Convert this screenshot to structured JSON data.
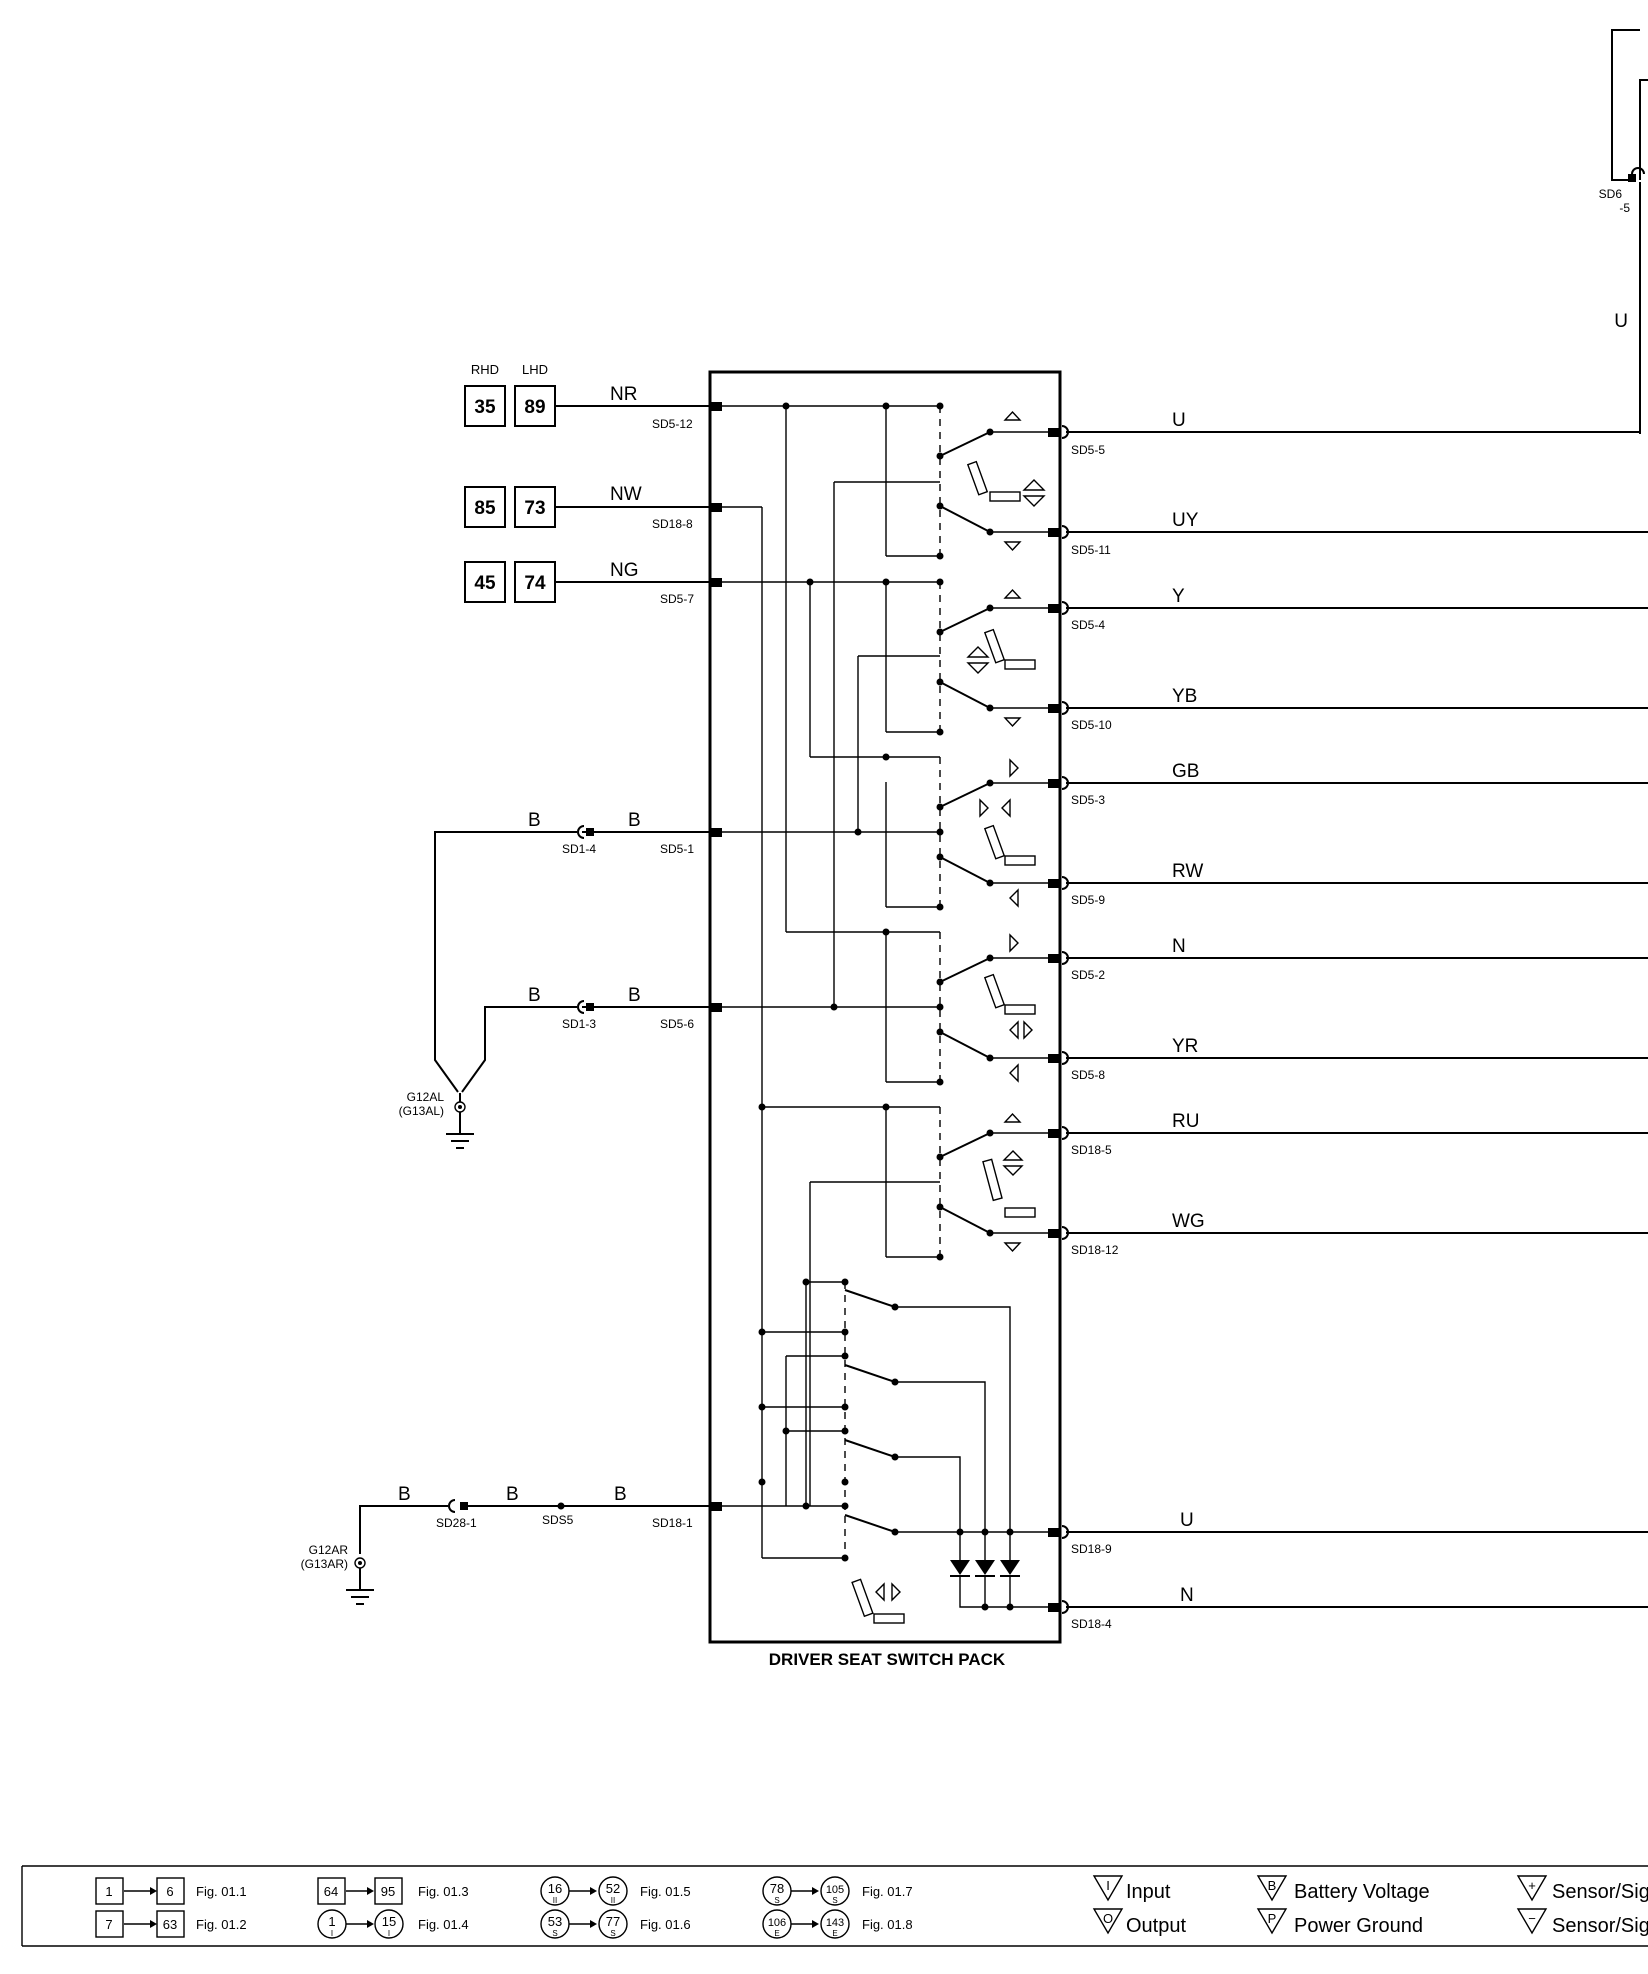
{
  "component": {
    "title": "DRIVER SEAT SWITCH PACK"
  },
  "header_labels": {
    "rhd": "RHD",
    "lhd": "LHD"
  },
  "fig_boxes": [
    {
      "a": "35",
      "b": "89"
    },
    {
      "a": "85",
      "b": "73"
    },
    {
      "a": "45",
      "b": "74"
    }
  ],
  "left_wires": [
    {
      "color": "NR",
      "connector": "SD5-12"
    },
    {
      "color": "NW",
      "connector": "SD18-8"
    },
    {
      "color": "NG",
      "connector": "SD5-7"
    },
    {
      "color": "B",
      "connector": "SD5-1"
    },
    {
      "color": "B",
      "connector": "SD5-6"
    },
    {
      "color": "B",
      "connector": "SD18-1"
    }
  ],
  "ground_connectors": [
    {
      "name": "SD1-4",
      "color": "B"
    },
    {
      "name": "SD1-3",
      "color": "B"
    },
    {
      "name": "SD28-1",
      "color": "B"
    },
    {
      "name": "SDS5",
      "color": "B"
    }
  ],
  "grounds": [
    {
      "name": "G12AL",
      "alt": "(G13AL)"
    },
    {
      "name": "G12AR",
      "alt": "(G13AR)"
    }
  ],
  "right_wires": [
    {
      "color": "U",
      "connector": "SD5-5"
    },
    {
      "color": "UY",
      "connector": "SD5-11"
    },
    {
      "color": "Y",
      "connector": "SD5-4"
    },
    {
      "color": "YB",
      "connector": "SD5-10"
    },
    {
      "color": "GB",
      "connector": "SD5-3"
    },
    {
      "color": "RW",
      "connector": "SD5-9"
    },
    {
      "color": "N",
      "connector": "SD5-2"
    },
    {
      "color": "YR",
      "connector": "SD5-8"
    },
    {
      "color": "RU",
      "connector": "SD18-5"
    },
    {
      "color": "WG",
      "connector": "SD18-12"
    },
    {
      "color": "U",
      "connector": "SD18-9"
    },
    {
      "color": "N",
      "connector": "SD18-4"
    }
  ],
  "top_right": {
    "connector": "SD6",
    "pin": "-5",
    "color": "U"
  },
  "legend": {
    "figs": [
      {
        "from": "1",
        "to": "6",
        "fig": "Fig. 01.1",
        "shape": "box"
      },
      {
        "from": "7",
        "to": "63",
        "fig": "Fig. 01.2",
        "shape": "box"
      },
      {
        "from": "64",
        "to": "95",
        "fig": "Fig. 01.3",
        "shape": "box"
      },
      {
        "from": "1",
        "to": "15",
        "fig": "Fig. 01.4",
        "shape": "circle",
        "sub": "I"
      },
      {
        "from": "16",
        "to": "52",
        "fig": "Fig. 01.5",
        "shape": "circle",
        "sub": "II"
      },
      {
        "from": "53",
        "to": "77",
        "fig": "Fig. 01.6",
        "shape": "circle",
        "sub": "S"
      },
      {
        "from": "78",
        "to": "105",
        "fig": "Fig. 01.7",
        "shape": "circle",
        "sub": "S"
      },
      {
        "from": "106",
        "to": "143",
        "fig": "Fig. 01.8",
        "shape": "circle",
        "sub": "E"
      }
    ],
    "keys": [
      {
        "symbol": "I",
        "label": "Input"
      },
      {
        "symbol": "O",
        "label": "Output"
      },
      {
        "symbol": "B",
        "label": "Battery Voltage"
      },
      {
        "symbol": "P",
        "label": "Power Ground"
      },
      {
        "symbol": "+",
        "label": "Sensor/Sig"
      },
      {
        "symbol": "−",
        "label": "Sensor/Sig"
      }
    ]
  }
}
